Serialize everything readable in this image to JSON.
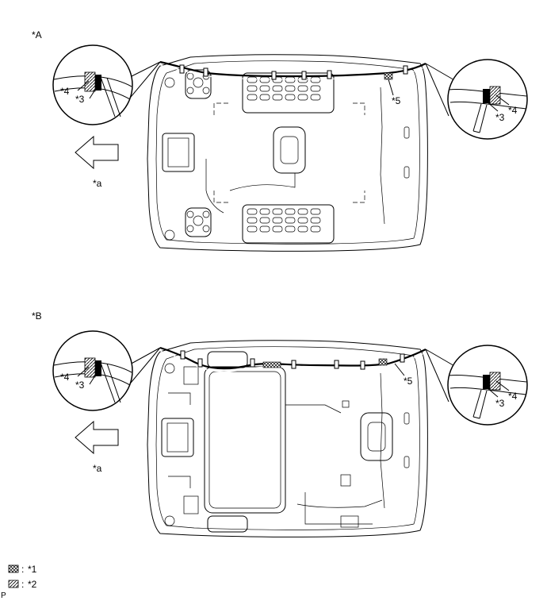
{
  "figure": {
    "view_a": {
      "label": "*A",
      "left_callout": {
        "num4": "*4",
        "num3": "*3"
      },
      "right_callout": {
        "num3": "*3",
        "num4": "*4"
      },
      "ref5": "*5",
      "arrow_label": "*a"
    },
    "view_b": {
      "label": "*B",
      "left_callout": {
        "num4": "*4",
        "num3": "*3"
      },
      "right_callout": {
        "num3": "*3",
        "num4": "*4"
      },
      "ref5": "*5",
      "arrow_label": "*a"
    },
    "legend": [
      {
        "symbol": "cross-hatch",
        "colon": ":",
        "label": "*1"
      },
      {
        "symbol": "diagonal-hatch",
        "colon": ":",
        "label": "*2"
      }
    ],
    "footer_mark": "P"
  }
}
